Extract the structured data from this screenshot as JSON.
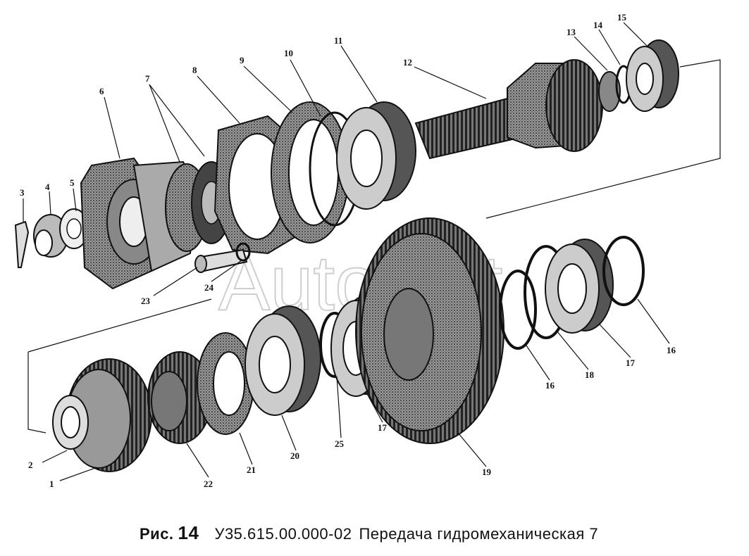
{
  "watermark": "Autosoft",
  "caption": {
    "fig_label": "Рис.",
    "fig_number": "14",
    "code": "У35.615.00.000-02",
    "title": "Передача гидромеханическая 7"
  },
  "callouts": [
    "1",
    "2",
    "3",
    "4",
    "5",
    "6",
    "7",
    "8",
    "9",
    "10",
    "11",
    "12",
    "13",
    "14",
    "15",
    "16",
    "16",
    "17",
    "17",
    "18",
    "19",
    "20",
    "21",
    "22",
    "23",
    "24",
    "25"
  ]
}
